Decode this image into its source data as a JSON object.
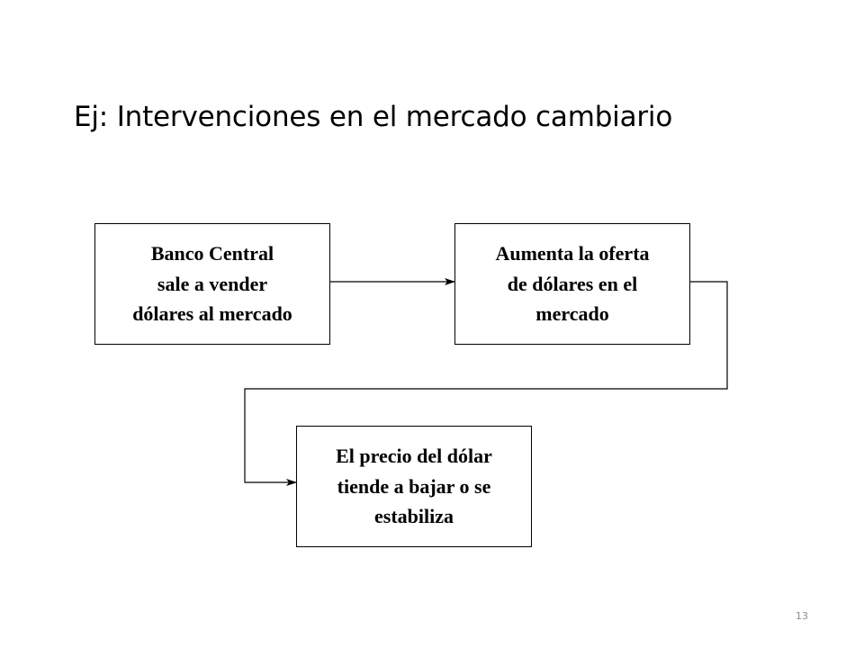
{
  "slide": {
    "title": "Ej: Intervenciones en el mercado cambiario",
    "page_number": "13"
  },
  "diagram": {
    "boxes": [
      {
        "id": "banco-central",
        "lines": [
          "Banco Central",
          "sale a vender",
          "dólares al mercado"
        ]
      },
      {
        "id": "aumenta-oferta",
        "lines": [
          "Aumenta la oferta",
          "de dólares en el",
          "mercado"
        ]
      },
      {
        "id": "precio-dolar",
        "lines": [
          "El precio del dólar",
          "tiende a bajar o se",
          "estabiliza"
        ]
      }
    ],
    "connectors": [
      {
        "from": "banco-central",
        "to": "aumenta-oferta"
      },
      {
        "from": "aumenta-oferta",
        "to": "precio-dolar"
      }
    ]
  },
  "colors": {
    "text": "#000000",
    "page_number": "#8c8c8c",
    "background": "#ffffff"
  }
}
